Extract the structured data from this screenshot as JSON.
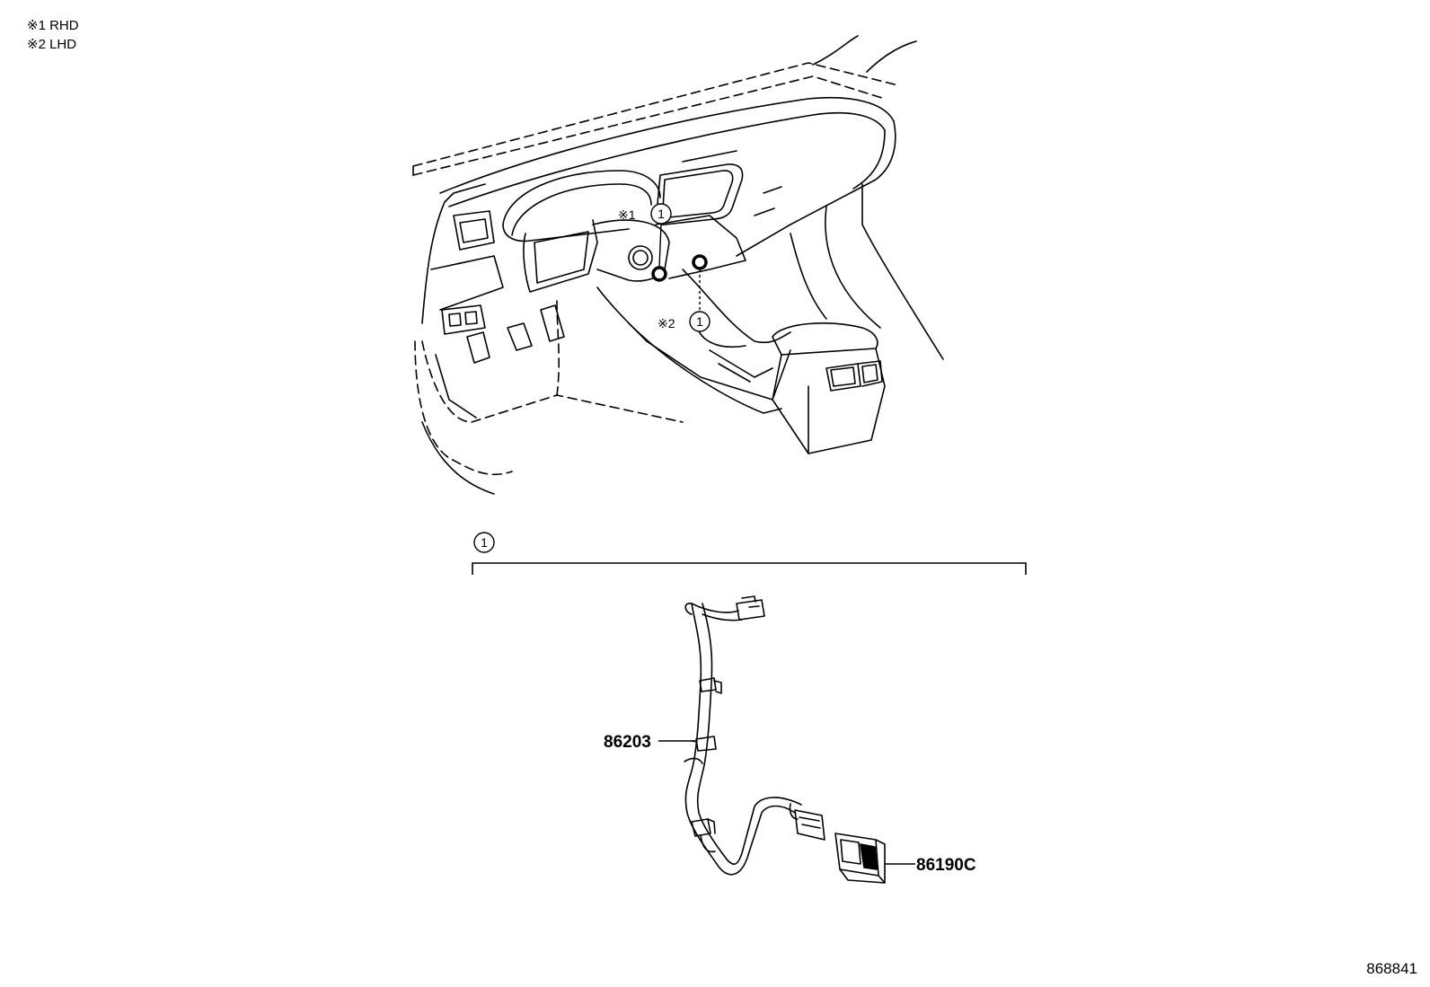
{
  "legend": {
    "items": [
      {
        "mark": "※1",
        "label": "RHD"
      },
      {
        "mark": "※2",
        "label": "LHD"
      }
    ]
  },
  "callouts": {
    "rhd_mark": "※1",
    "lhd_mark": "※2",
    "ref_number": "1",
    "group_number": "1"
  },
  "parts": [
    {
      "number": "86203"
    },
    {
      "number": "86190C"
    }
  ],
  "document_id": "868841"
}
